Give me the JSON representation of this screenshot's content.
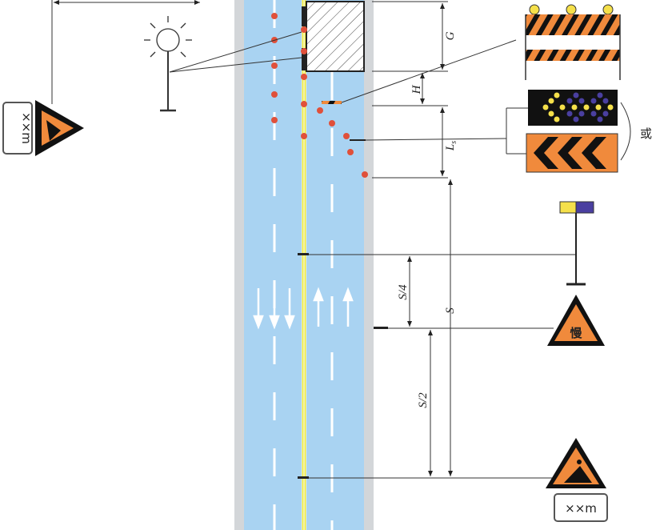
{
  "labels": {
    "G": "G",
    "H": "H",
    "Ls": "L",
    "Ls_sub": "s",
    "S": "S",
    "S4": "S/4",
    "S2": "S/2",
    "or": "或"
  },
  "signs": {
    "distance_plate_top": "××m",
    "distance_plate_bottom": "××m",
    "slow_sign": "慢"
  },
  "colors": {
    "road": "#a9d3f2",
    "shoulder": "#d3d6d9",
    "center_line": "#e8e63a",
    "cone": "#e0503a",
    "sign_orange": "#f08a3c"
  }
}
